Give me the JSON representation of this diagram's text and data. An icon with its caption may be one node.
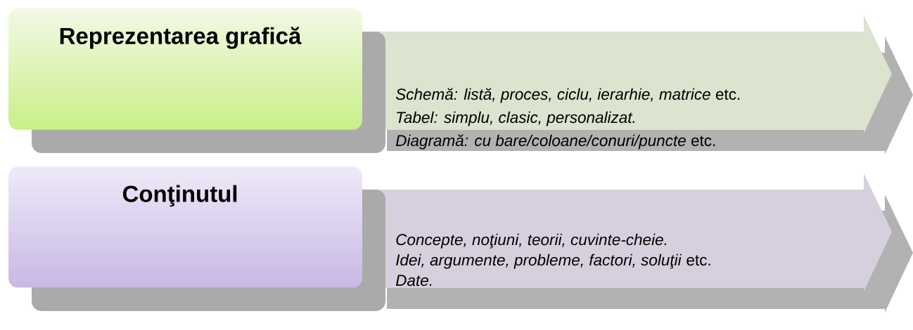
{
  "diagram": {
    "nodes": [
      {
        "text": [
          "Reprezentarea grafică"
        ]
      },
      {
        "text": [
          "*Schemă: listă, proces, ciclu, ierarhie, matrice* etc.",
          "*Tabel: simplu, clasic, personalizat.*",
          "*Diagramă: cu bare/coloane/conuri/puncte* etc."
        ]
      },
      {
        "text": [
          "Conţinutul"
        ]
      },
      {
        "text": [
          "*Concepte, noţiuni, teorii, cuvinte-cheie.*",
          "*Idei, argumente, probleme, factori, soluţii* etc.",
          "*Date.*"
        ]
      }
    ]
  }
}
